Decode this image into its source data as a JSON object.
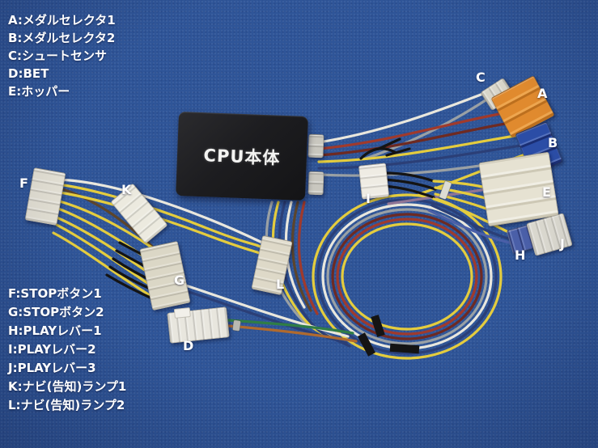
{
  "background": {
    "fabric_color": "#2f5598"
  },
  "cpu_box": {
    "label": "CPU本体",
    "color": "#1d1d20",
    "text_color": "#f4f4f2"
  },
  "legend_top": {
    "items": [
      "A:メダルセレクタ1",
      "B:メダルセレクタ2",
      "C:シュートセンサ",
      "D:BET",
      "E:ホッパー"
    ]
  },
  "legend_bottom": {
    "items": [
      "F:STOPボタン1",
      "G:STOPボタン2",
      "H:PLAYレバー1",
      "I:PLAYレバー2",
      "J:PLAYレバー3",
      "K:ナビ(告知)ランプ1",
      "L:ナビ(告知)ランプ2"
    ]
  },
  "connectors": [
    {
      "letter": "A",
      "color": "#e08a2e"
    },
    {
      "letter": "B",
      "color": "#2b4da6"
    },
    {
      "letter": "C",
      "color": "#d8d5c9"
    },
    {
      "letter": "D",
      "color": "#e8e6de"
    },
    {
      "letter": "E",
      "color": "#e6e2d2"
    },
    {
      "letter": "F",
      "color": "#e3e0d4"
    },
    {
      "letter": "G",
      "color": "#dbd7c6"
    },
    {
      "letter": "H",
      "color": "#4a5fa8"
    },
    {
      "letter": "I",
      "color": "#efece4"
    },
    {
      "letter": "J",
      "color": "#d9d7ce"
    },
    {
      "letter": "K",
      "color": "#eceadf"
    },
    {
      "letter": "L",
      "color": "#ded9c8"
    }
  ],
  "wire_colors": {
    "yellow": "#e4cc3e",
    "white": "#e9e7dd",
    "red": "#a03a2c",
    "maroon": "#6e2a22",
    "brown": "#5c452c",
    "navy": "#2b3f77",
    "gray": "#9aa0a4",
    "purple": "#8f7596",
    "green": "#2f7d46",
    "orange": "#b06a2e",
    "black": "#141414",
    "light_blue": "#4a5fa8",
    "tie_white": "#dcdcd4"
  }
}
